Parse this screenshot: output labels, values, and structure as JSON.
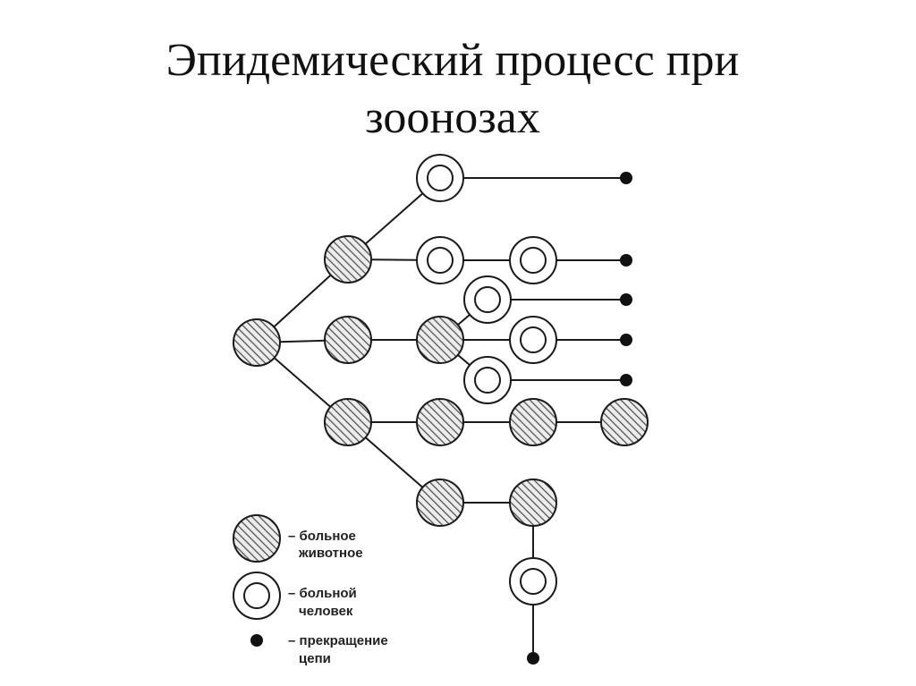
{
  "title": {
    "line1": "Эпидемический процесс при",
    "line2": "зоонозах"
  },
  "legend": {
    "animal": {
      "line1": "– больное",
      "line2": "животное"
    },
    "human": {
      "line1": "– больной",
      "line2": "человек"
    },
    "end": {
      "line1": "– прекращение",
      "line2": "цепи"
    }
  },
  "colors": {
    "stroke": "#1a1a1a",
    "hatch": "#555555",
    "fill_light": "#e8e8e8",
    "background": "#ffffff"
  }
}
